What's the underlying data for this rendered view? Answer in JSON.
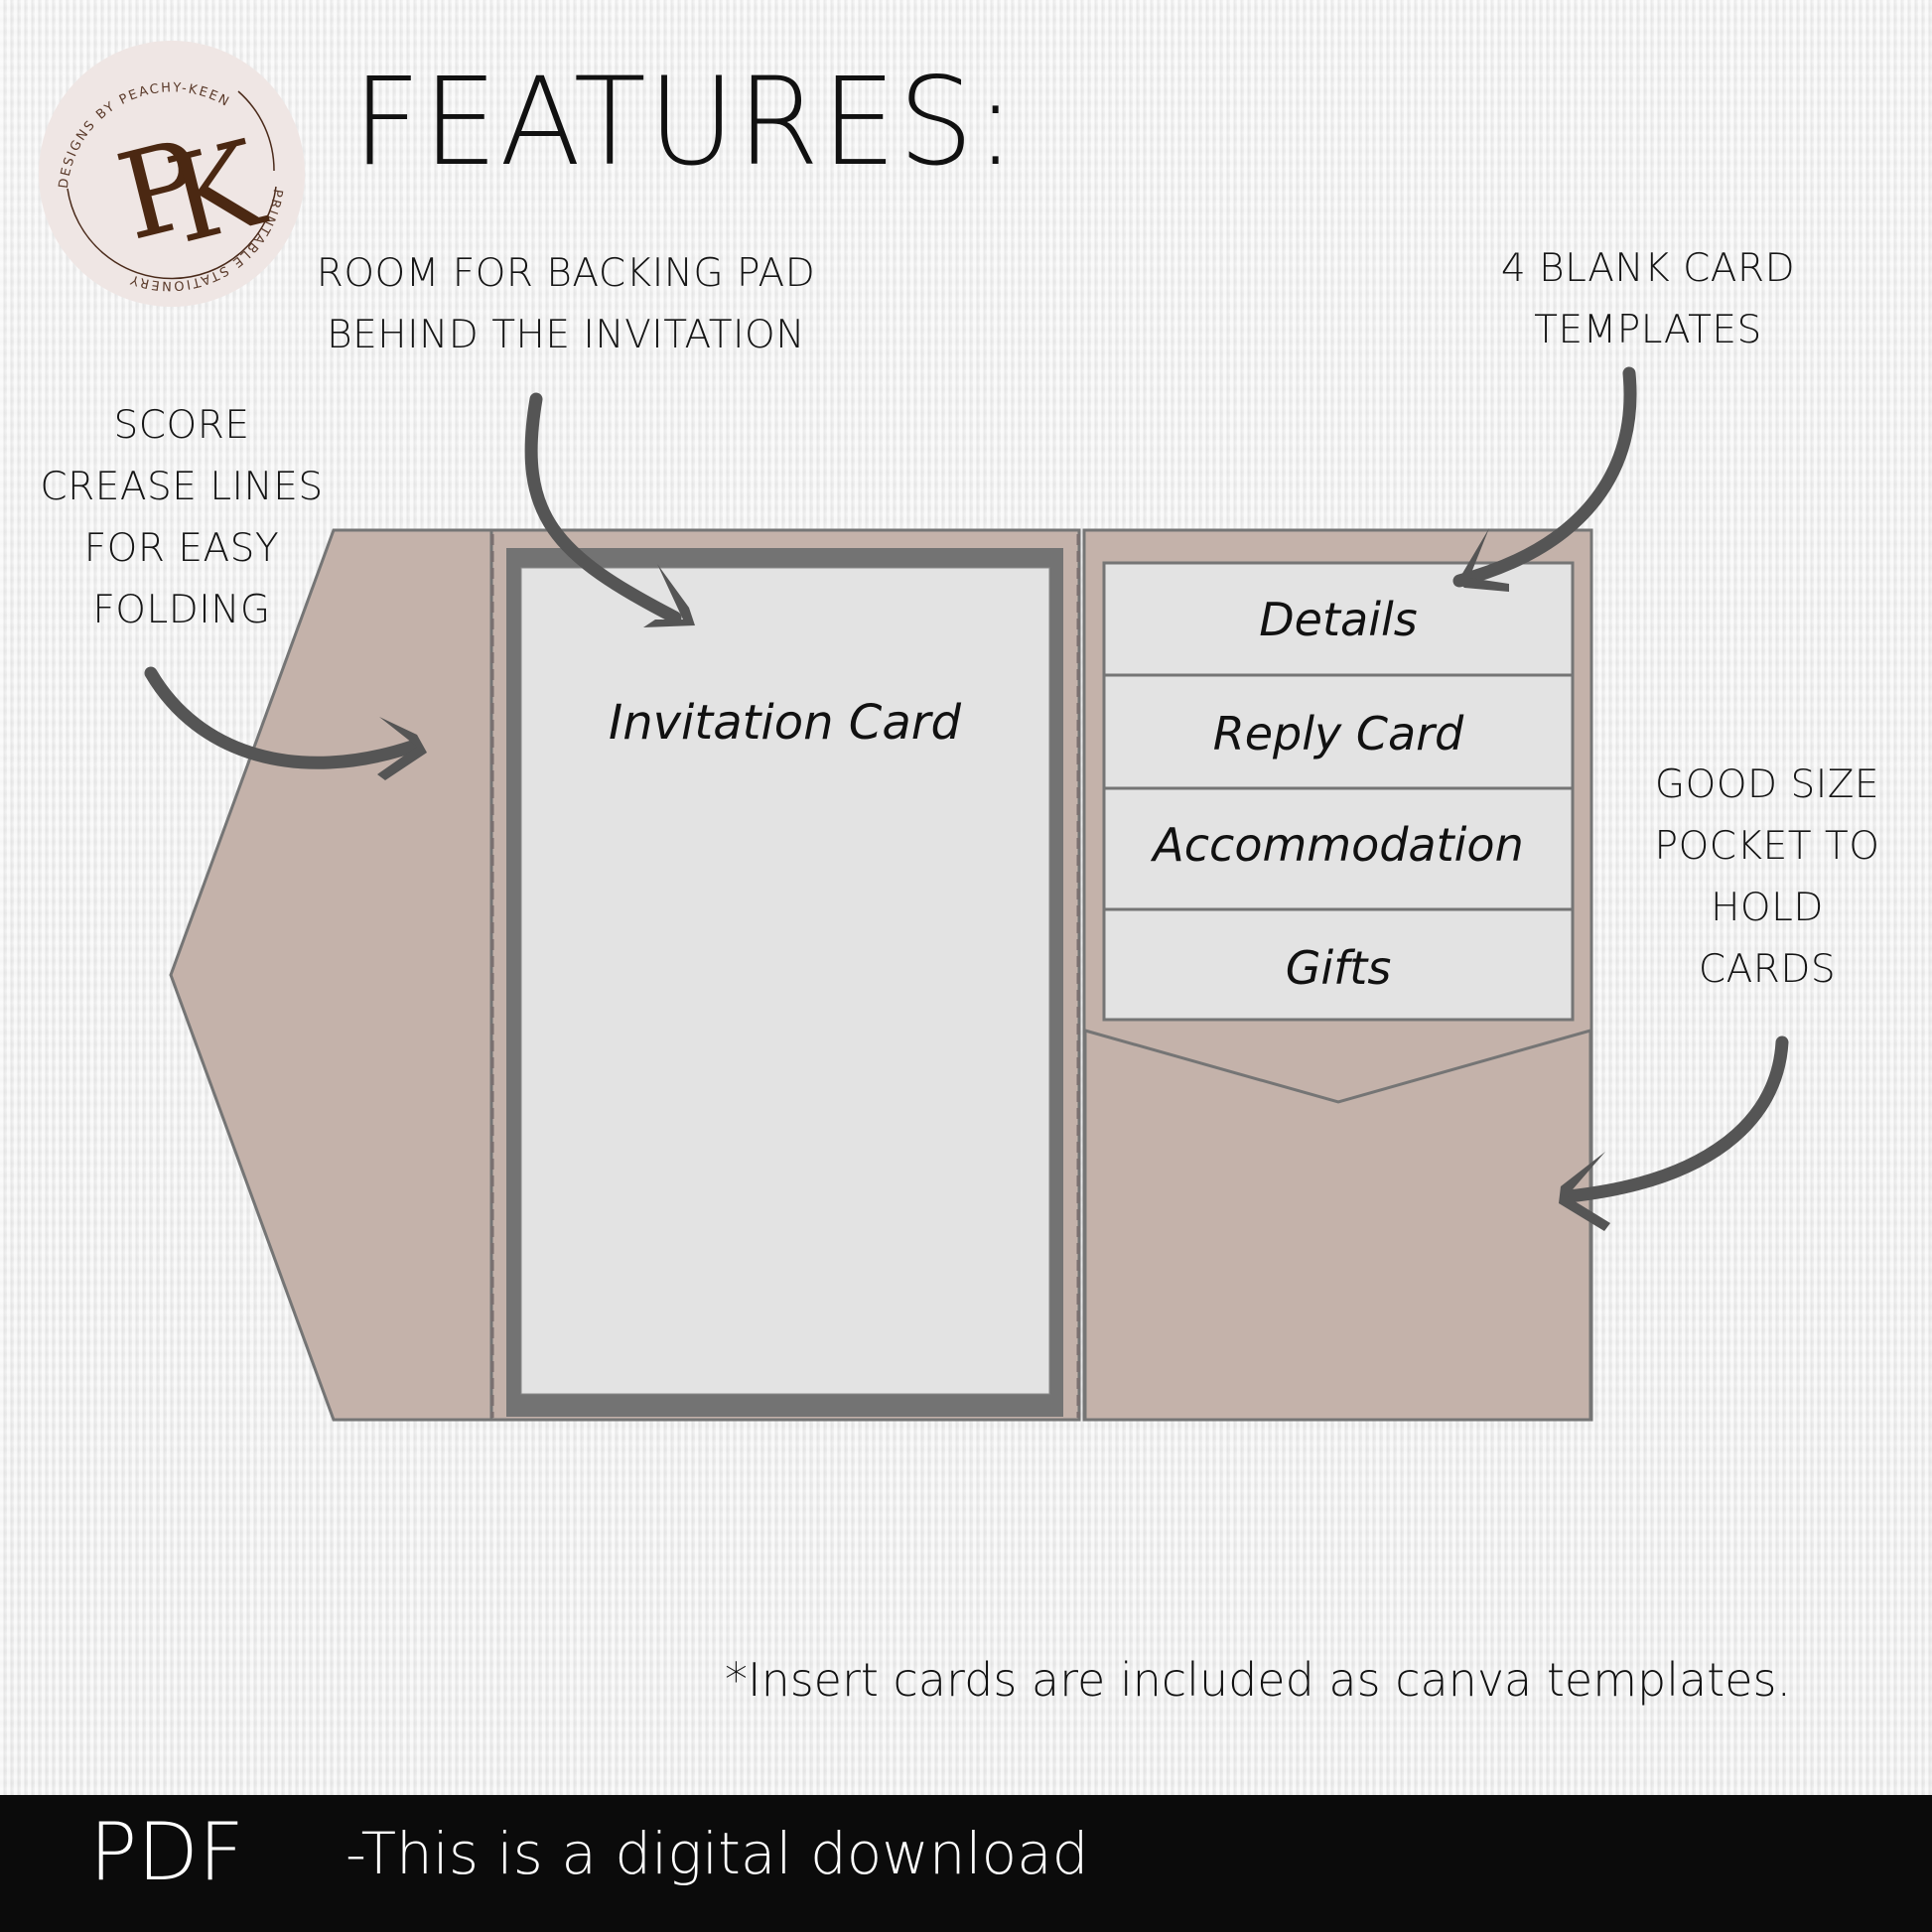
{
  "logo": {
    "monogram": "PK",
    "top_arc_text": "DESIGNS BY PEACHY-KEEN",
    "bottom_arc_text": "PRINTABLE STATIONERY"
  },
  "title": "FEATURES:",
  "annotations": {
    "backing_pad": [
      "ROOM FOR BACKING PAD",
      "BEHIND THE INVITATION"
    ],
    "blank_templates": [
      "4 BLANK CARD",
      "TEMPLATES"
    ],
    "score_lines": [
      "SCORE",
      "CREASE LINES",
      "FOR EASY",
      "FOLDING"
    ],
    "pocket": [
      "GOOD SIZE",
      "POCKET TO",
      "HOLD",
      "CARDS"
    ]
  },
  "diagram": {
    "invitation_label": "Invitation Card",
    "insert_cards": [
      "Details",
      "Reply Card",
      "Accommodation",
      "Gifts"
    ],
    "colors": {
      "folder": "#c4b2aa",
      "outline": "#757575",
      "card": "#e3e3e3",
      "backing_pad": "#737373",
      "arrow": "#555555"
    }
  },
  "footnote": "*Insert cards are included as canva templates.",
  "bottom_bar": {
    "format": "PDF",
    "note": "-This is a digital download"
  }
}
